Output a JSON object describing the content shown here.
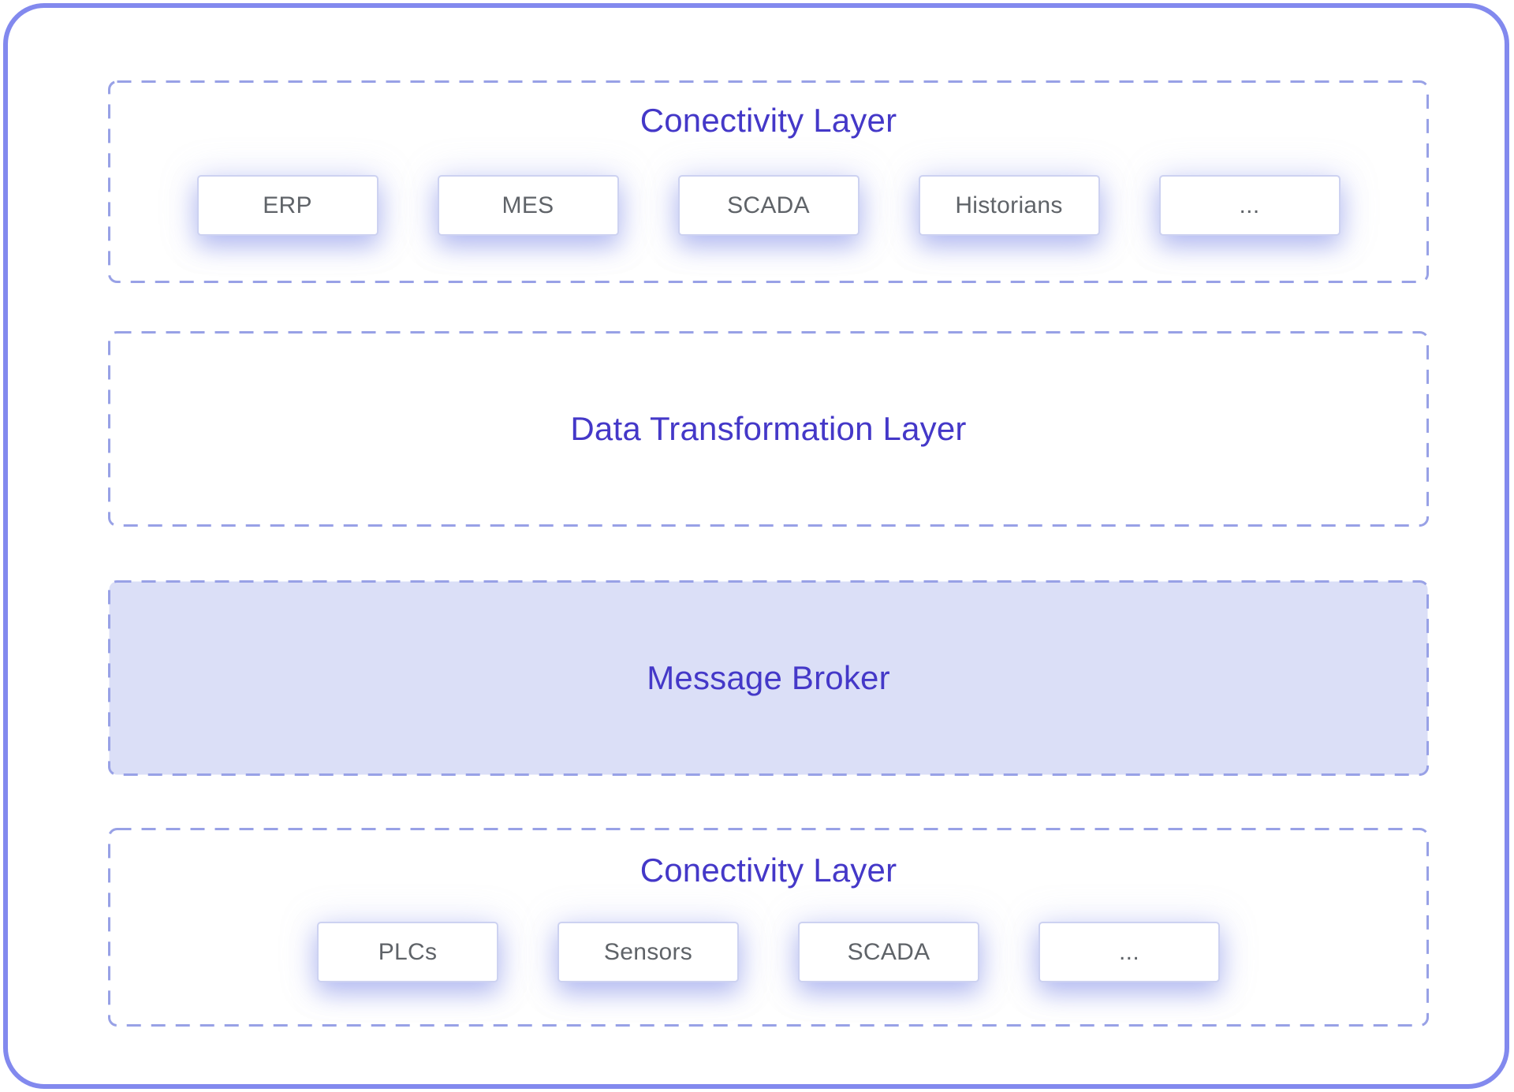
{
  "diagram": {
    "layers": [
      {
        "title": "Conectivity Layer",
        "items": [
          "ERP",
          "MES",
          "SCADA",
          "Historians",
          "..."
        ]
      },
      {
        "title": "Data Transformation Layer",
        "items": []
      },
      {
        "title": "Message Broker",
        "items": [],
        "highlighted": true
      },
      {
        "title": "Conectivity Layer",
        "items": [
          "PLCs",
          "Sensors",
          "SCADA",
          "..."
        ]
      }
    ],
    "colors": {
      "frame_border": "#8289ee",
      "dashed_border": "#98a1e6",
      "layer_title": "#4438c8",
      "item_label": "#5f6368",
      "broker_fill": "#dbdff7"
    }
  }
}
